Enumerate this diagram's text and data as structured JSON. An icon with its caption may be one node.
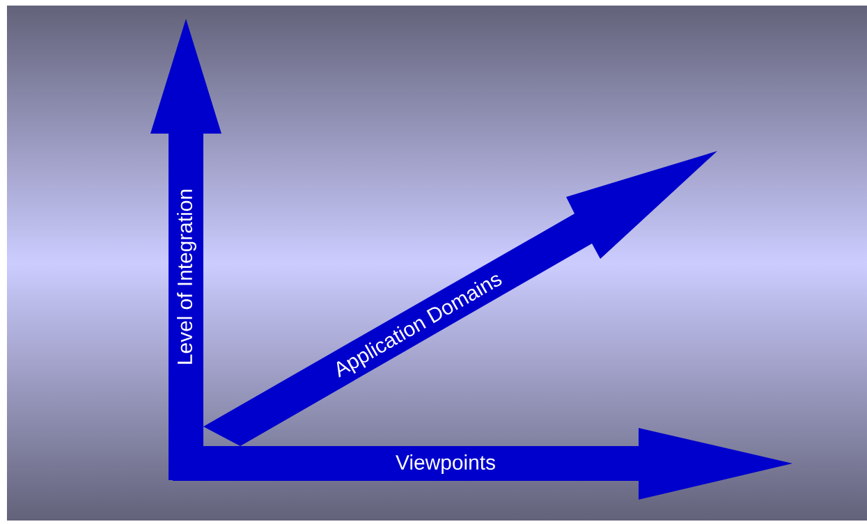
{
  "diagram": {
    "labels": [
      "Level of Integration",
      "Application Domains",
      "Viewpoints"
    ]
  }
}
